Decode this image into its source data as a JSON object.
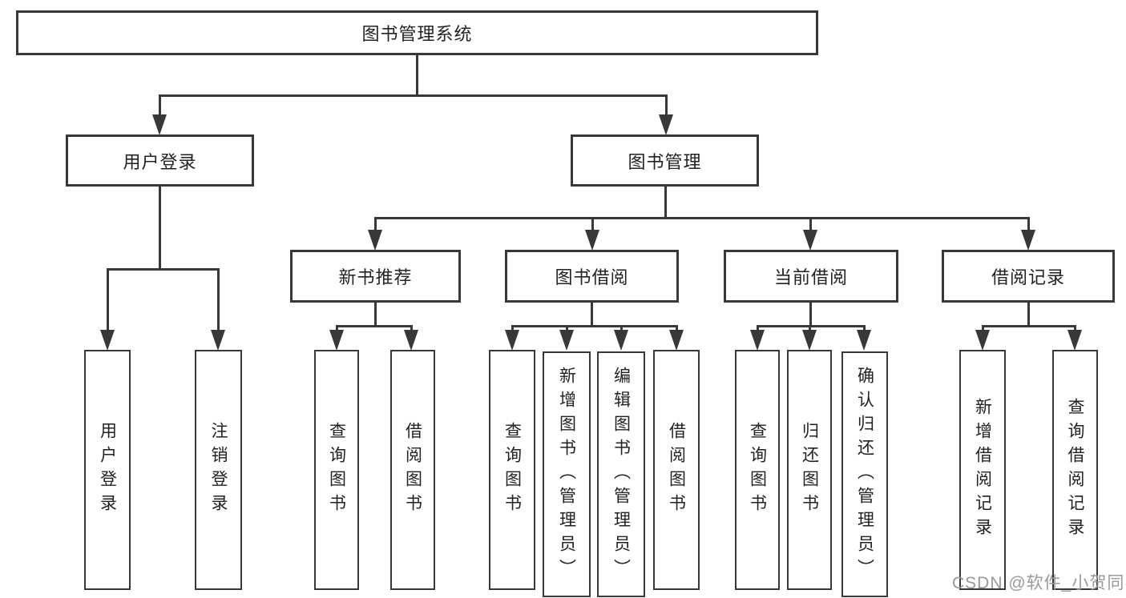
{
  "colors": {
    "line": "#383838",
    "text": "#222222",
    "watermark": "#999999",
    "background": "#ffffff"
  },
  "tree": {
    "root": "图书管理系统",
    "level2": {
      "login": "用户登录",
      "manage": "图书管理"
    },
    "level3": {
      "recommend": "新书推荐",
      "borrow": "图书借阅",
      "current": "当前借阅",
      "records": "借阅记录"
    },
    "leaves": {
      "login": [
        "用户登录",
        "注销登录"
      ],
      "recommend": [
        "查询图书",
        "借阅图书"
      ],
      "borrow": [
        "查询图书",
        "新增图书（管理员）",
        "编辑图书（管理员）",
        "借阅图书"
      ],
      "current": [
        "查询图书",
        "归还图书",
        "确认归还（管理员）"
      ],
      "records": [
        "新增借阅记录",
        "查询借阅记录"
      ]
    }
  },
  "watermark": "CSDN @软件_小贺同学"
}
